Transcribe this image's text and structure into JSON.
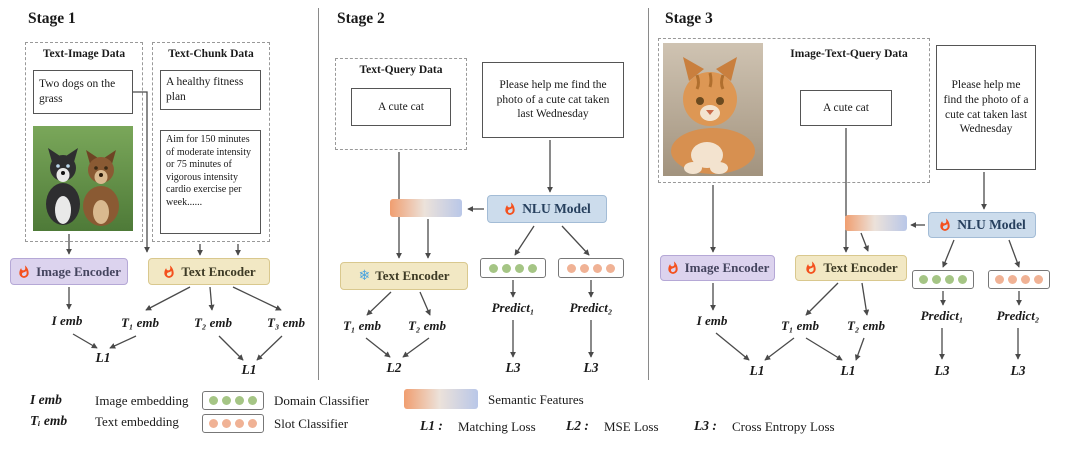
{
  "stage1": {
    "title": "Stage 1",
    "text_image_data": {
      "label": "Text-Image Data",
      "caption": "Two dogs on the grass"
    },
    "text_chunk_data": {
      "label": "Text-Chunk Data",
      "chunk_short": "A healthy fitness plan",
      "chunk_long": "Aim for 150 minutes of moderate intensity or 75 minutes of vigorous intensity cardio exercise per week......"
    },
    "image_encoder": "Image Encoder",
    "text_encoder": "Text Encoder",
    "emb_i": "I emb",
    "emb_t1": "T₁ emb",
    "emb_t2": "T₂ emb",
    "emb_t3": "T₃ emb",
    "loss_a": "L1",
    "loss_b": "L1"
  },
  "stage2": {
    "title": "Stage 2",
    "text_query_data": {
      "label": "Text-Query Data",
      "query": "A cute cat"
    },
    "request": "Please help me find the photo of a cute cat taken last Wednesday",
    "nlu_model": "NLU Model",
    "text_encoder": "Text Encoder",
    "emb_t1": "T₁ emb",
    "emb_t2": "T₂ emb",
    "predict1": "Predict₁",
    "predict2": "Predict₂",
    "loss_l2": "L2",
    "loss_l3a": "L3",
    "loss_l3b": "L3"
  },
  "stage3": {
    "title": "Stage 3",
    "group_label": "Image-Text-Query Data",
    "query": "A cute cat",
    "request": "Please help me find the photo of a cute cat taken last Wednesday",
    "image_encoder": "Image Encoder",
    "text_encoder": "Text Encoder",
    "nlu_model": "NLU Model",
    "emb_i": "I emb",
    "emb_t1": "T₁ emb",
    "emb_t2": "T₂ emb",
    "predict1": "Predict₁",
    "predict2": "Predict₂",
    "loss_l1a": "L1",
    "loss_l1b": "L1",
    "loss_l3a": "L3",
    "loss_l3b": "L3"
  },
  "legend": {
    "emb_i_key": "I emb",
    "emb_i_label": "Image embedding",
    "emb_t_key": "Tᵢ emb",
    "emb_t_label": "Text embedding",
    "domain_classifier": "Domain Classifier",
    "slot_classifier": "Slot Classifier",
    "semantic_features": "Semantic Features",
    "losses": [
      {
        "key": "L1 :",
        "label": "Matching Loss"
      },
      {
        "key": "L2 :",
        "label": "MSE Loss"
      },
      {
        "key": "L3 :",
        "label": "Cross Entropy Loss"
      }
    ]
  },
  "icons": {
    "fire": "flame",
    "snowflake": "❄"
  },
  "colors": {
    "image_encoder_bg": "#dcd3ee",
    "text_encoder_bg": "#f2e8c4",
    "nlu_bg": "#ccdcec",
    "domain_dot": "#a5c585",
    "slot_dot": "#f0b295",
    "gradient_left": "#f09e70",
    "gradient_right": "#b9c7e8"
  }
}
